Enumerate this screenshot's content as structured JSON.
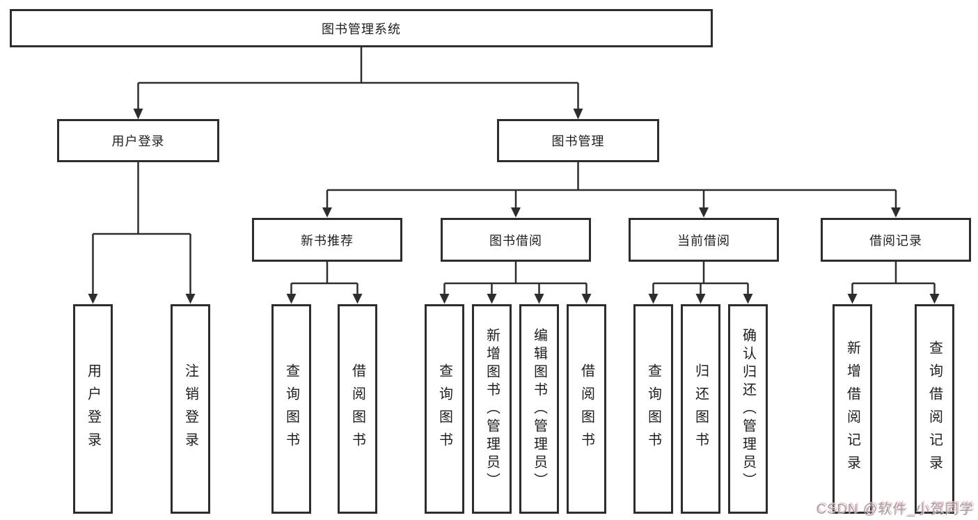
{
  "diagram_title": "图书管理系统",
  "colors": {
    "line": "#2d2d2d",
    "box_border": "#2d2d2d",
    "text": "#1e1e1e",
    "background": "#ffffff",
    "watermark_text": "#a3a3a3",
    "watermark_tint": "#f3c3cc"
  },
  "nodes": {
    "root": "图书管理系统",
    "user_login": "用户登录",
    "book_mgmt": "图书管理",
    "new_book_rec": "新书推荐",
    "book_borrow": "图书借阅",
    "current_borrow": "当前借阅",
    "borrow_record": "借阅记录",
    "leaf_user_login": "用户登录",
    "leaf_logout": "注销登录",
    "rec_query_book": "查询图书",
    "rec_borrow_book": "借阅图书",
    "bb_query_book": "查询图书",
    "bb_add_book": "新增图书（管理员）",
    "bb_edit_book": "编辑图书（管理员）",
    "bb_borrow_book": "借阅图书",
    "cb_query_book": "查询图书",
    "cb_return_book": "归还图书",
    "cb_confirm_return": "确认归还（管理员）",
    "br_add_record": "新增借阅记录",
    "br_query_record": "查询借阅记录"
  },
  "watermark": "CSDN @软件_小贺同学"
}
